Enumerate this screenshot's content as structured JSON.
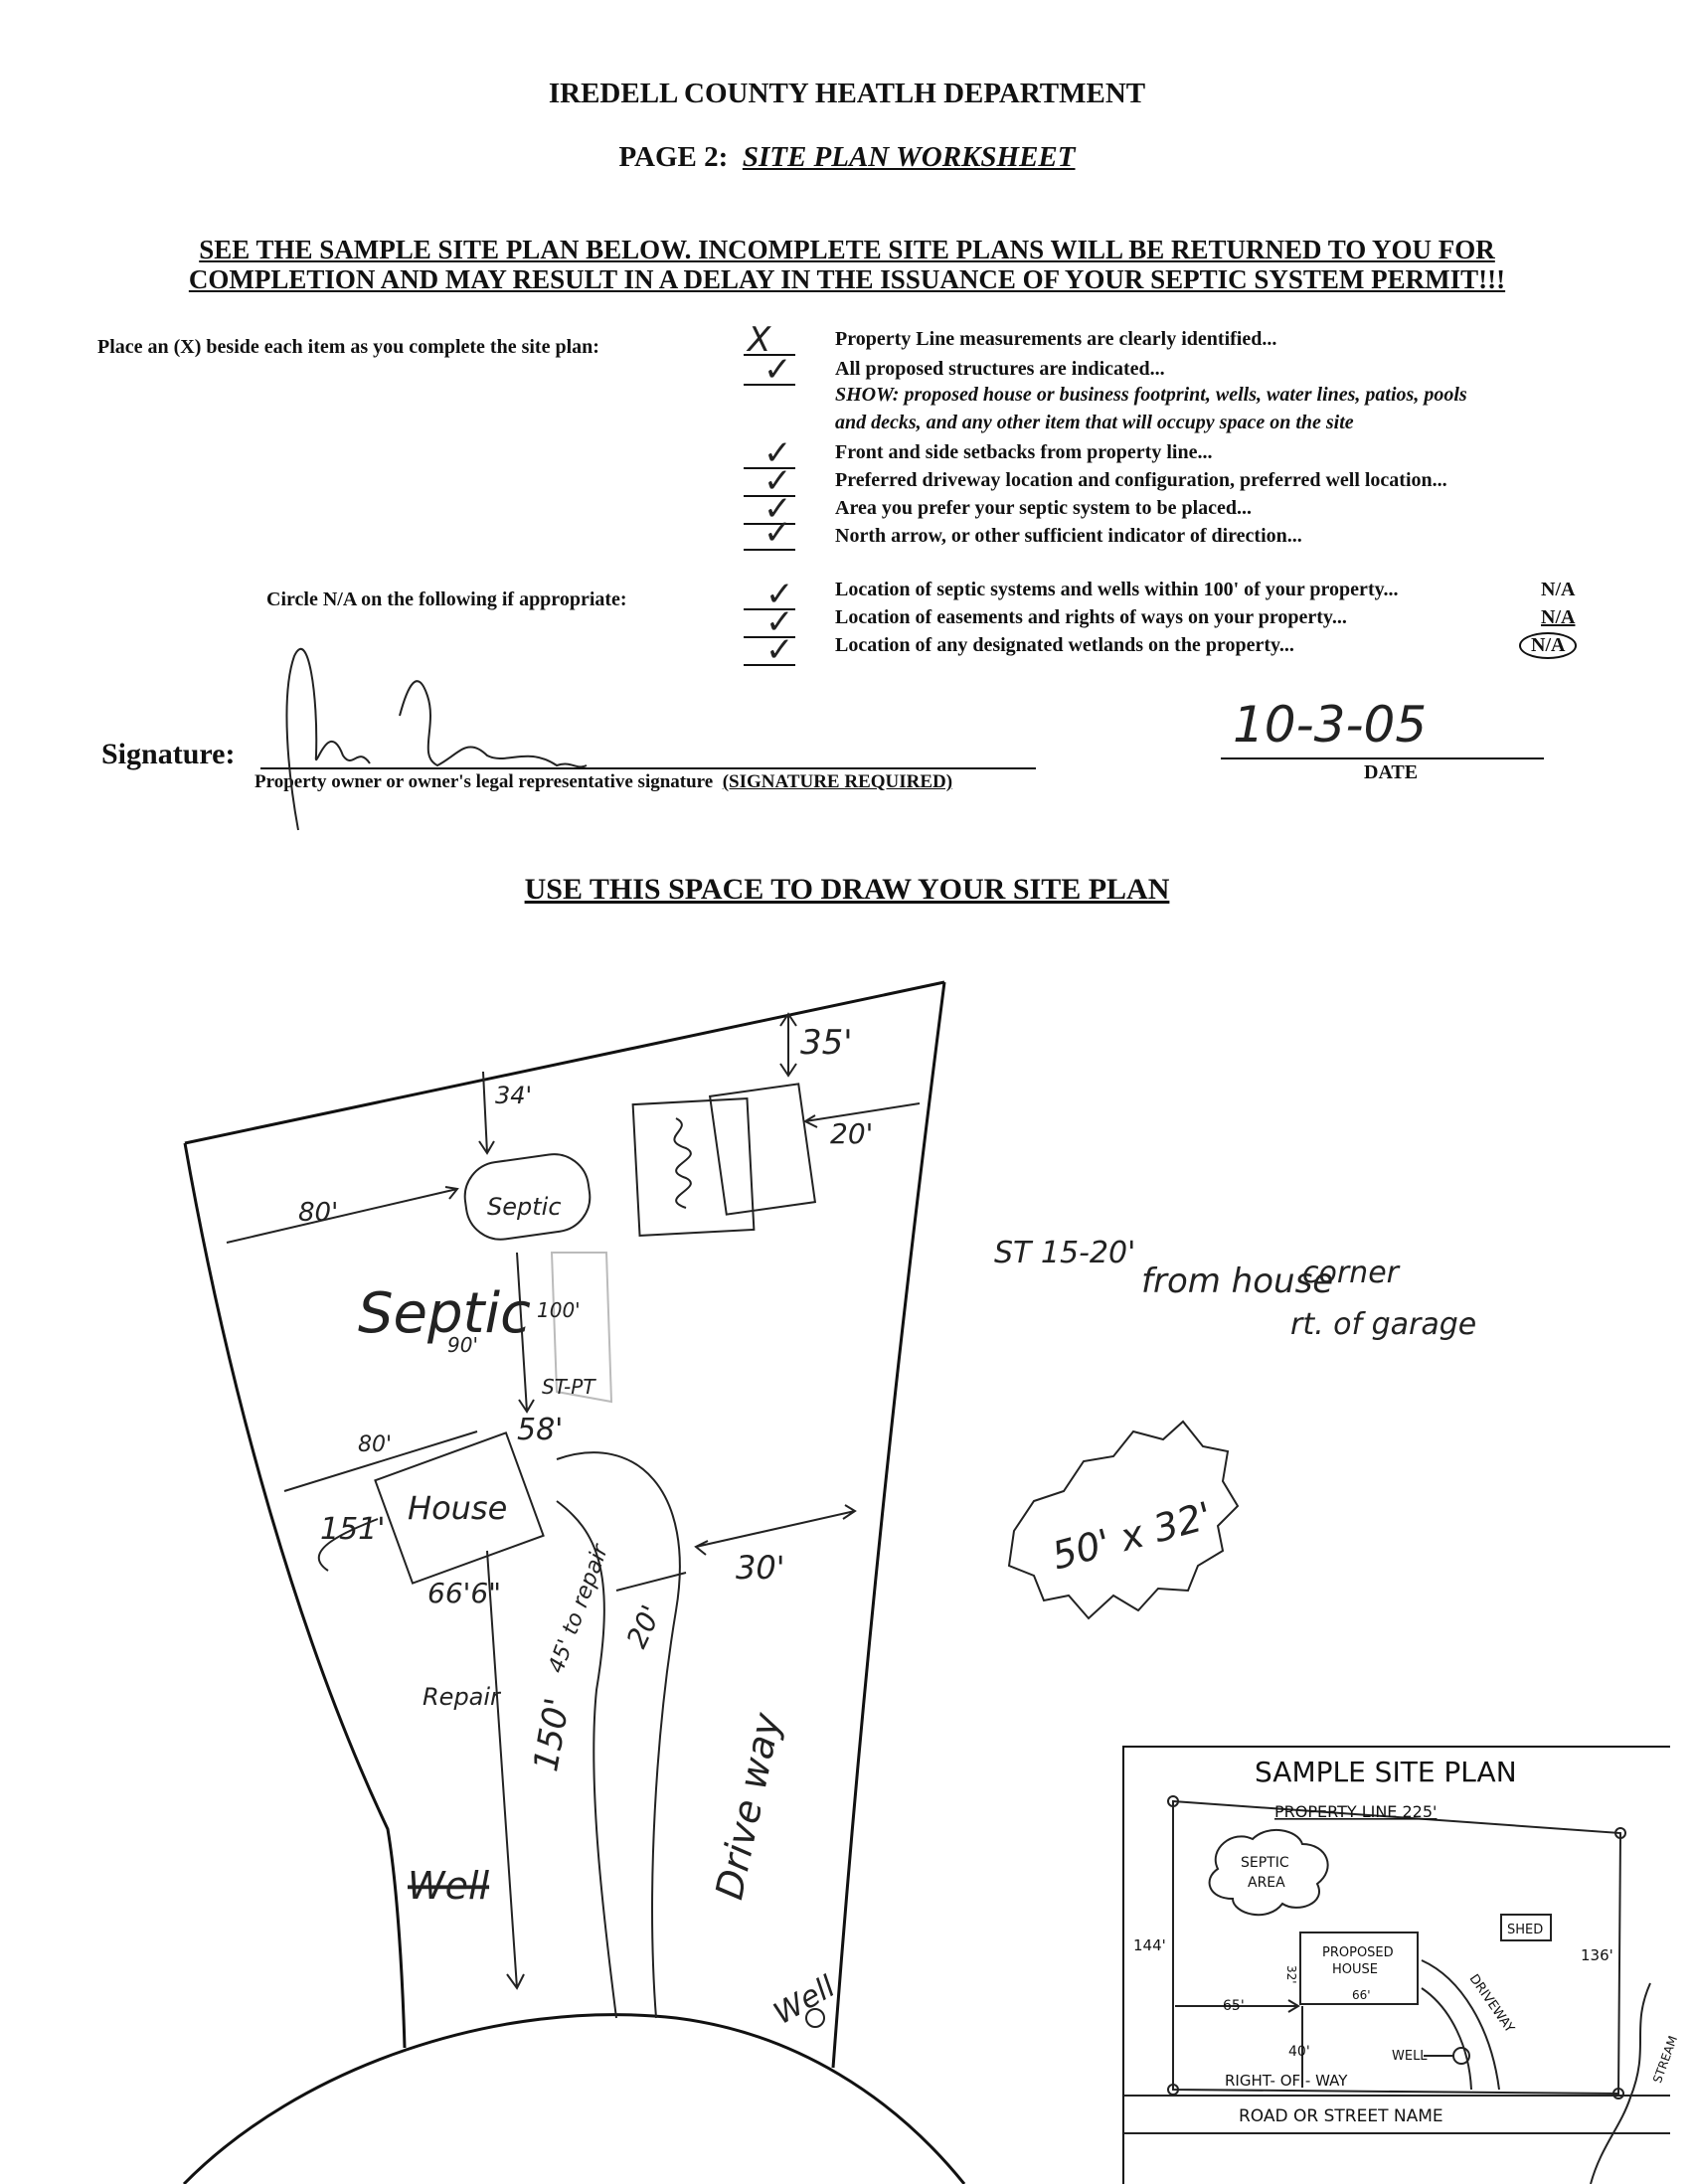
{
  "header": {
    "title": "IREDELL COUNTY HEATLH DEPARTMENT",
    "page_prefix": "PAGE 2:",
    "page_name": "SITE PLAN WORKSHEET"
  },
  "warning": {
    "line1": "SEE THE SAMPLE SITE PLAN BELOW.  INCOMPLETE SITE PLANS WILL BE RETURNED TO YOU FOR",
    "line2": "COMPLETION AND MAY RESULT IN A DELAY IN THE ISSUANCE OF YOUR SEPTIC SYSTEM PERMIT!!!"
  },
  "checklist": {
    "instruction": "Place an (X) beside each item as you complete the site plan:",
    "items": [
      {
        "text": "Property Line measurements are clearly identified...",
        "mark": "X"
      },
      {
        "text": "All proposed structures are indicated...",
        "mark": "✓"
      },
      {
        "text": "SHOW: proposed house or business footprint, wells, water lines, patios, pools",
        "mark": ""
      },
      {
        "text": "and decks, and any other item that will occupy space on the site",
        "mark": ""
      },
      {
        "text": "Front and side setbacks from property line...",
        "mark": "✓"
      },
      {
        "text": "Preferred driveway location and configuration, preferred well location...",
        "mark": "✓"
      },
      {
        "text": "Area you prefer your septic system to be placed...",
        "mark": "✓"
      },
      {
        "text": "North arrow, or other sufficient indicator of direction...",
        "mark": "✓"
      }
    ]
  },
  "na_section": {
    "instruction": "Circle N/A on the following if appropriate:",
    "items": [
      {
        "text": "Location of septic systems and wells within 100' of your property...",
        "na": "N/A",
        "mark": "✓"
      },
      {
        "text": "Location of easements and rights of ways on your property...",
        "na": "N/A",
        "mark": "✓"
      },
      {
        "text": "Location of any designated wetlands on the property...",
        "na": "N/A",
        "mark": "✓"
      }
    ]
  },
  "signature": {
    "label": "Signature:",
    "caption": "Property owner or owner's legal representative signature",
    "required": "(SIGNATURE REQUIRED)",
    "date_label": "DATE",
    "date_value": "10-3-05"
  },
  "draw_heading": "USE THIS SPACE TO DRAW YOUR SITE PLAN",
  "sketch": {
    "dims": {
      "rear": "35'",
      "garage_side": "20'",
      "septic_rear": "34'",
      "septic_side": "80'",
      "house_side": "80'",
      "house_front": "151'",
      "house_drive": "58'",
      "drive_width": "20'",
      "drive_side": "30'",
      "house_length": "66'6\"",
      "to_repair": "45' to repair",
      "front": "150'",
      "ninety": "90'",
      "hundred": "100'"
    },
    "labels": {
      "septic": "Septic",
      "septic_big": "Septic",
      "house": "House",
      "repair": "Repair",
      "well_crossed": "Well",
      "well": "Well",
      "driveway": "Drive way",
      "st_pt": "ST-PT"
    },
    "note": [
      "ST  15-20'",
      "from house",
      "corner",
      "rt. of garage"
    ],
    "bubble": "50' x 32'"
  },
  "sample_plan": {
    "title": "SAMPLE SITE PLAN",
    "property_line": "PROPERTY  LINE   225'",
    "septic_area": [
      "SEPTIC",
      "AREA"
    ],
    "shed": "SHED",
    "house": [
      "PROPOSED",
      "HOUSE"
    ],
    "house_dims": {
      "length": "66'",
      "width": "32'"
    },
    "left_side": "144'",
    "right_side": "136'",
    "setback_side": "65'",
    "setback_front": "40'",
    "driveway": "DRIVEWAY",
    "well": "WELL",
    "right_of_way": "RIGHT-    OF - WAY",
    "road": "ROAD   OR   STREET   NAME",
    "stream": "STREAM"
  }
}
